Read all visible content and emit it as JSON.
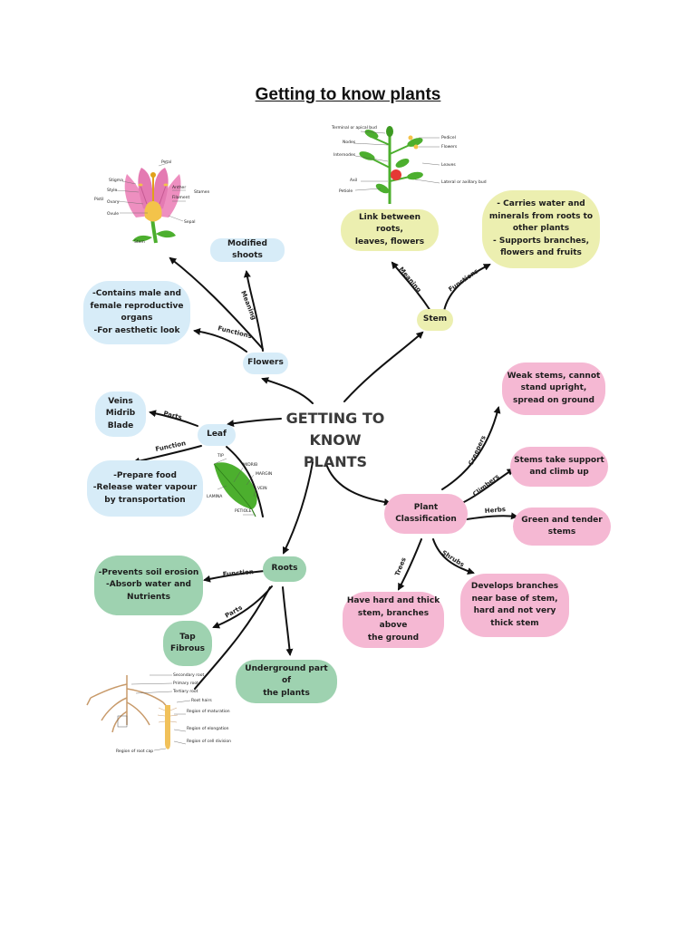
{
  "title": "Getting to know plants",
  "center": "GETTING TO\nKNOW PLANTS",
  "colors": {
    "blue": "#d7ecf8",
    "yellow": "#ecefb0",
    "pink": "#f5b8d3",
    "green": "#9ed2b0",
    "petal": "#ee8fc0",
    "leaf_green": "#4caf2e",
    "root_brown": "#c89a6a",
    "line": "#111111"
  },
  "nodes": {
    "modified_shoots": "Modified shoots",
    "flower_function": "-Contains male and\nfemale reproductive\norgans\n-For aesthetic look",
    "flowers": "Flowers",
    "stem": "Stem",
    "stem_meaning": "Link between roots,\nleaves, flowers",
    "stem_function": "- Carries water and\nminerals from roots to\nother plants\n- Supports branches,\nflowers and fruits",
    "leaf_parts": "Veins\nMidrib\nBlade",
    "leaf": "Leaf",
    "leaf_function": "-Prepare food\n-Release water vapour\nby transportation",
    "plant_classification": "Plant\nClassification",
    "creepers": "Weak stems, cannot\nstand upright,\nspread on ground",
    "climbers": "Stems take support\nand climb up",
    "herbs": "Green and tender\nstems",
    "shrubs": "Develops branches\nnear base of stem,\nhard and not very\nthick stem",
    "trees": "Have hard and thick\nstem, branches above\nthe ground",
    "roots": "Roots",
    "root_function": "-Prevents soil erosion\n-Absorb water and\nNutrients",
    "root_parts": "Tap\nFibrous",
    "root_meaning": "Underground part of\nthe plants"
  },
  "edge_labels": {
    "meaning_flower": "Meaning",
    "function_flower": "Functions",
    "meaning_stem": "Meaning",
    "function_stem": "Functions",
    "parts_leaf": "Parts",
    "function_leaf": "Function",
    "creepers": "Creepers",
    "climbers": "Climbers",
    "herbs": "Herbs",
    "shrubs": "Shrubs",
    "trees": "Trees",
    "function_roots": "Function",
    "parts_roots": "Parts"
  },
  "plant_labels": {
    "terminal_bud": "Terminal or apical bud",
    "nodes": "Nodes",
    "internodes": "Internodes",
    "axil": "Axil",
    "petiole": "Petiole",
    "pedicel": "Pedicel",
    "flowers": "Flowers",
    "leaves": "Leaves",
    "lateral_bud": "Lateral or axillary bud"
  },
  "flower_labels": {
    "petal": "Petal",
    "stigma": "Stigma",
    "style": "Style",
    "anther": "Anther",
    "filament": "Filament",
    "stamen": "Stamen",
    "pistil": "Pistil",
    "ovary": "Ovary",
    "ovule": "Ovule",
    "sepal": "Sepal",
    "stem": "Stem"
  },
  "leaf_labels": {
    "tip": "TIP",
    "midrib": "MIDRIB",
    "margin": "MARGIN",
    "vein": "VEIN",
    "lamina": "LAMINA",
    "petiole": "PETIOLE"
  },
  "root_labels": {
    "secondary_root": "Secondary root",
    "primary_root": "Primary root",
    "tertiary_root": "Tertiary root",
    "root_hairs": "Root hairs",
    "maturation": "Region of maturation",
    "elongation": "Region of elongation",
    "cell_division": "Region of cell division",
    "root_cap": "Region of root cap"
  }
}
